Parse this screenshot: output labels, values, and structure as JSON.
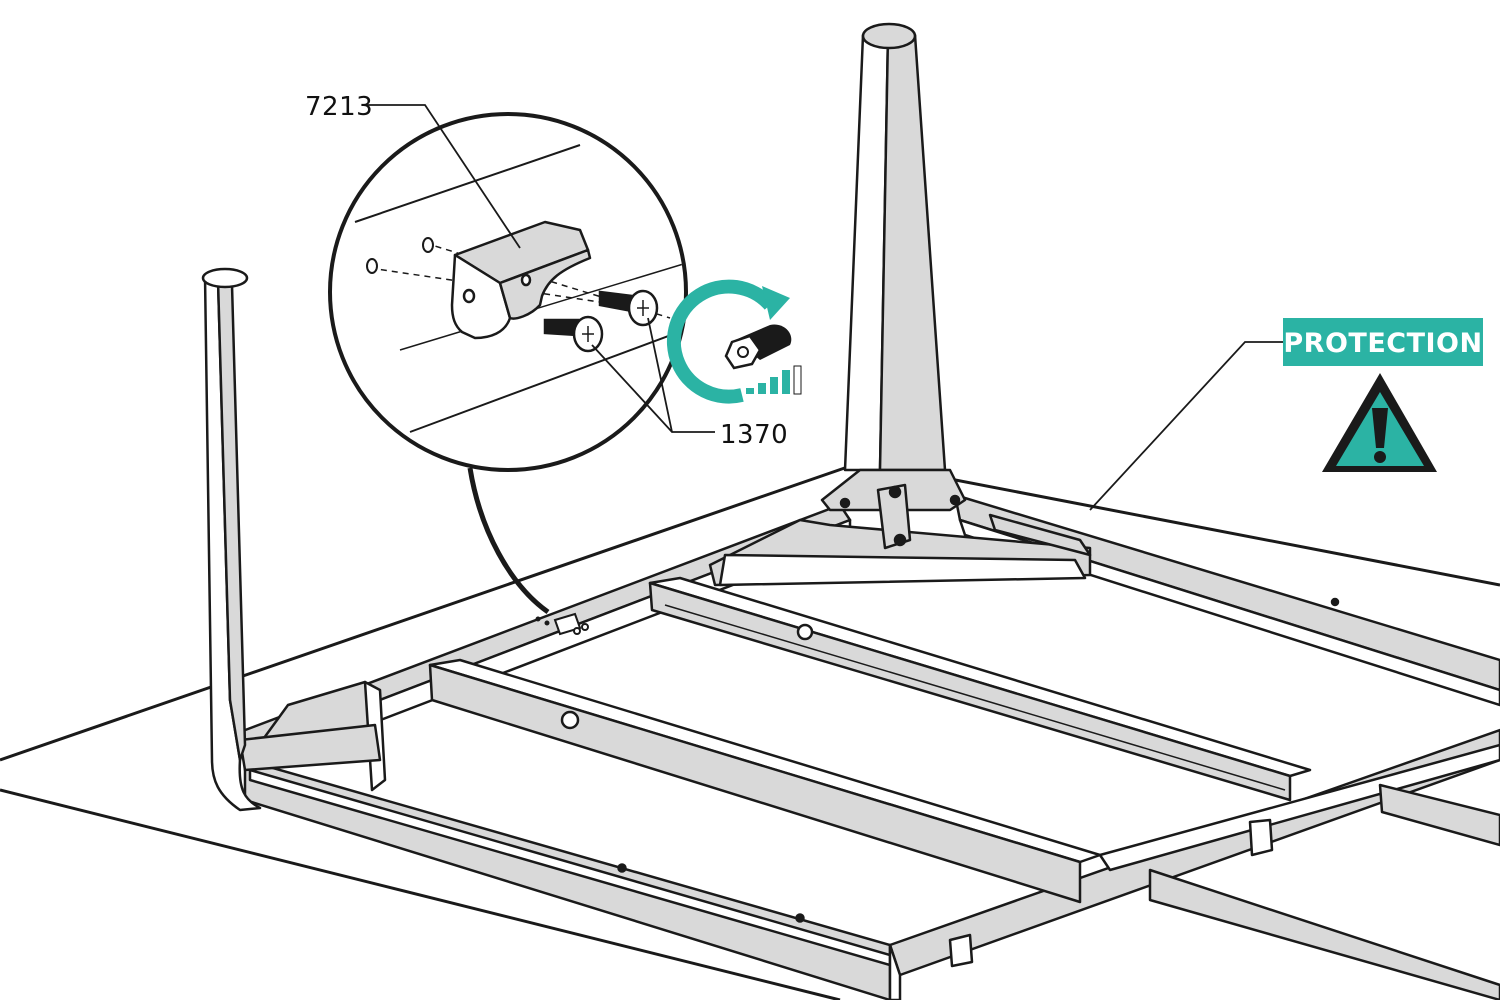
{
  "callouts": {
    "bracket_part": "7213",
    "screw_part": "1370"
  },
  "protection": {
    "label": "PROTECTION"
  },
  "icons": {
    "tighten": "wrench-rotate-icon",
    "warning": "warning-triangle-icon"
  },
  "colors": {
    "accent": "#2bb3a4",
    "line": "#1a1a1a",
    "frame_fill": "#d9d9d9",
    "ground_fill": "#ffffff"
  }
}
